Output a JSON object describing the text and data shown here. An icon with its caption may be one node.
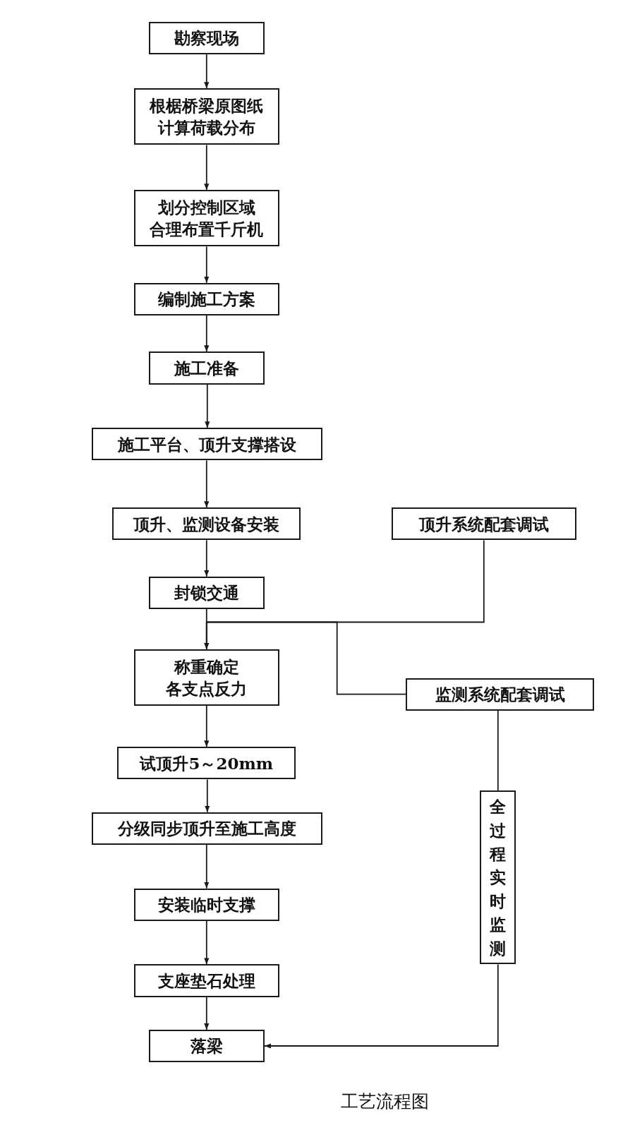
{
  "diagram": {
    "caption": "工艺流程图",
    "nodes": [
      {
        "text": [
          "勘察现场"
        ]
      },
      {
        "text": [
          "根椐桥梁原图纸计算荷载分布"
        ]
      },
      {
        "text": [
          "划分控制区域合理布置千斤机"
        ]
      },
      {
        "text": [
          "编制施工方案"
        ]
      },
      {
        "text": [
          "施工准备"
        ]
      },
      {
        "text": [
          "施工平台、顶升支撑搭设"
        ]
      },
      {
        "text": [
          "顶升、监测设备安装"
        ]
      },
      {
        "text": [
          "顶升系统配套调试"
        ]
      },
      {
        "text": [
          "封锁交通"
        ]
      },
      {
        "text": [
          "称重确定各支点反力"
        ]
      },
      {
        "text": [
          "监测系统配套调试"
        ]
      },
      {
        "text": [
          "试顶升5～20mm"
        ]
      },
      {
        "text": [
          "分级同步顶升至施工高度"
        ]
      },
      {
        "text": [
          "安装临时支撑"
        ]
      },
      {
        "text": [
          "支座垫石处理"
        ]
      },
      {
        "text": [
          "全过程实时监测"
        ]
      },
      {
        "text": [
          "落梁"
        ]
      }
    ],
    "edges": [
      {
        "from": 0,
        "to": 1,
        "arrow": "to"
      },
      {
        "from": 1,
        "to": 2,
        "arrow": "to"
      },
      {
        "from": 2,
        "to": 3,
        "arrow": "to"
      },
      {
        "from": 3,
        "to": 4,
        "arrow": "to"
      },
      {
        "from": 4,
        "to": 5,
        "arrow": "to"
      },
      {
        "from": 5,
        "to": 6,
        "arrow": "to"
      },
      {
        "from": 6,
        "to": 8,
        "arrow": "to"
      },
      {
        "from": 8,
        "to": 9,
        "arrow": "to"
      },
      {
        "from": 7,
        "to": 9,
        "arrow": "to"
      },
      {
        "from": 10,
        "to": 9,
        "arrow": "to"
      },
      {
        "from": 9,
        "to": 11,
        "arrow": "to"
      },
      {
        "from": 11,
        "to": 12,
        "arrow": "to"
      },
      {
        "from": 12,
        "to": 13,
        "arrow": "to"
      },
      {
        "from": 13,
        "to": 14,
        "arrow": "to"
      },
      {
        "from": 14,
        "to": 16,
        "arrow": "to"
      },
      {
        "from": 10,
        "to": 15,
        "arrow": "none"
      },
      {
        "from": 15,
        "to": 16,
        "arrow": "to"
      }
    ]
  }
}
